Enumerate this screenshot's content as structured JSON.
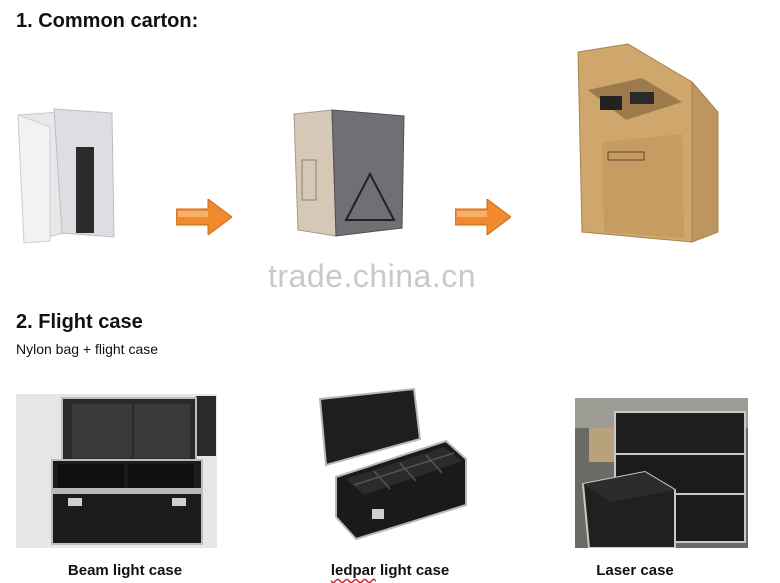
{
  "section1": {
    "title": "1.  Common carton:"
  },
  "watermark": "trade.china.cn",
  "section2": {
    "title": "2.  Flight case",
    "subtitle": "Nylon bag + flight case"
  },
  "captions": {
    "beam": "Beam light case",
    "ledpar_word": "ledpar",
    "ledpar_rest": " light case",
    "laser": "Laser case"
  },
  "colors": {
    "arrow": "#f08a2c",
    "carton": "#c9a26a",
    "case": "#1c1c1c",
    "aluminum": "#b8b8b8"
  }
}
